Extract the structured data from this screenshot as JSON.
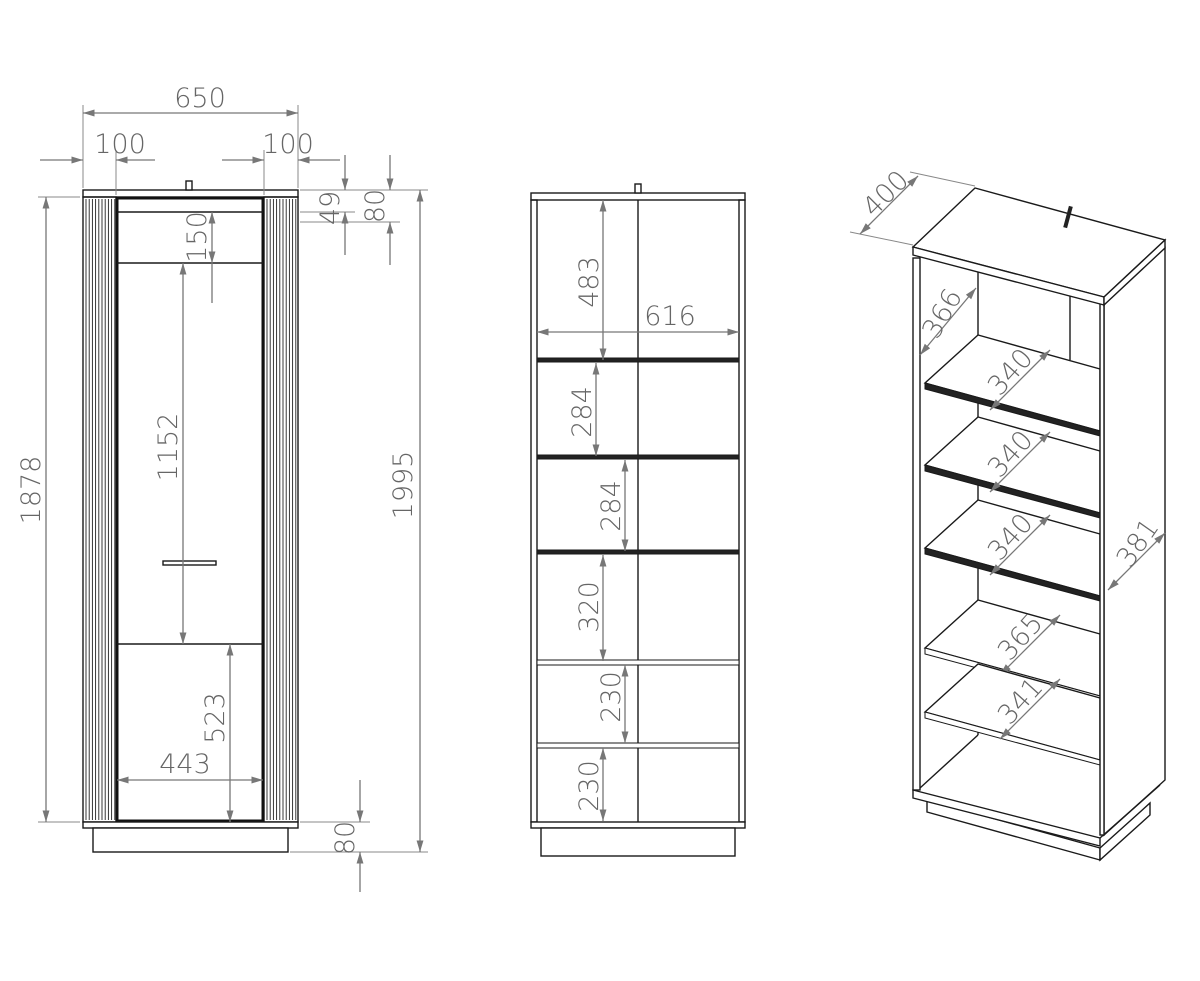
{
  "front_view": {
    "overall_width": "650",
    "side_left": "100",
    "side_right": "100",
    "body_height": "1878",
    "total_height": "1995",
    "top_thickness": "49",
    "top_offset": "80",
    "upper_rail": "150",
    "glass_height": "1152",
    "lower_panel_height": "523",
    "inner_width": "443",
    "plinth_height": "80"
  },
  "interior_view": {
    "top_compartment": "483",
    "inner_width": "616",
    "compartments": [
      "284",
      "284",
      "320",
      "230",
      "230"
    ]
  },
  "iso_view": {
    "depth": "400",
    "side_depth": "366",
    "shelf_depths": [
      "340",
      "340",
      "340",
      "365",
      "341"
    ],
    "right_depth": "381"
  },
  "colors": {
    "line": "#1a1a1a",
    "dimension": "#777777"
  }
}
